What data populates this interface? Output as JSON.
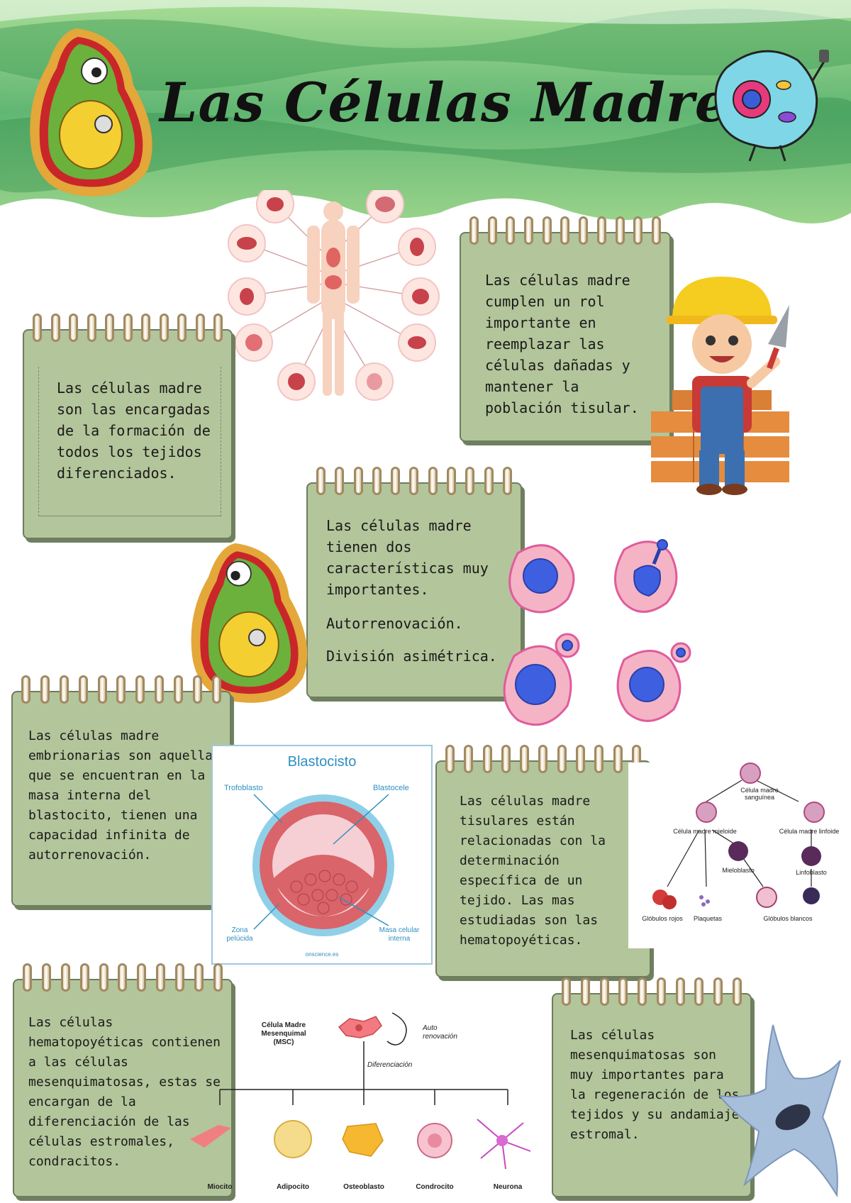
{
  "header": {
    "title": "Las Células Madre"
  },
  "notes": {
    "n1": "Las células madre son las encargadas de la formación de todos los tejidos diferenciados.",
    "n2": "Las células madre cumplen un rol importante en reemplazar las células dañadas y mantener la población tisular.",
    "n3": {
      "intro": "Las células madre tienen dos características muy importantes.",
      "item1": "Autorrenovación.",
      "item2": "División asimétrica."
    },
    "n4": "Las células madre embrionarias son aquellas que se encuentran en la masa interna del blastocito, tienen una capacidad infinita de autorrenovación.",
    "n5": "Las células madre tisulares están relacionadas con la determinación específica de un tejido. Las mas estudiadas son las hematopoyéticas.",
    "n6": "Las células hematopoyéticas contienen a las células mesenquimatosas, estas se encargan de la diferenciación de las células estromales, condracitos.",
    "n7": "Las células mesenquimatosas son muy importantes para la regeneración de los tejidos y su andamiaje estromal."
  },
  "blastocisto": {
    "title": "Blastocisto",
    "trofoblasto": "Trofoblasto",
    "blastocele": "Blastocele",
    "zona": [
      "Zona",
      "pelúcida"
    ],
    "masa": [
      "Masa celular",
      "interna"
    ],
    "source": "onscience.es"
  },
  "hemato": {
    "top": [
      "Célula madre",
      "sanguínea"
    ],
    "mieloide": "Célula madre mieloide",
    "linfoide": "Célula madre linfoide",
    "mieloblasto": "Mieloblasto",
    "linfoblasto": "Linfoblasto",
    "rojos": "Glóbulos rojos",
    "plaquetas": "Plaquetas",
    "blancos": "Glóbulos blancos"
  },
  "msc": {
    "label": [
      "Célula Madre",
      "Mesenquimal",
      "(MSC)"
    ],
    "auto": [
      "Auto",
      "renovación"
    ],
    "diff": "Diferenciación",
    "cells": [
      "Miocito",
      "Adipocito",
      "Osteoblasto",
      "Condrocito",
      "Neurona"
    ]
  },
  "colors": {
    "note": "#b3c59a",
    "accent_green": "#6fbf5a",
    "cell_pink": "#f0a0b8",
    "nucleus_blue": "#3c5ee0"
  }
}
